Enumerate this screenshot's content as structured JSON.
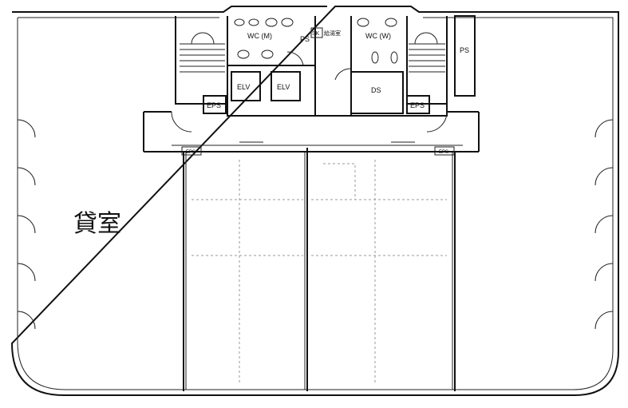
{
  "plan": {
    "rental_room": "貸室",
    "rooms": {
      "wc_men": "WC (M)",
      "wc_women": "WC (W)",
      "elevator_1": "ELV",
      "elevator_2": "ELV",
      "ds": "DS",
      "eps_left": "EPS",
      "eps_right": "EPS",
      "eps_small_left": "EPS",
      "eps_small_right": "EPS",
      "ps_center": "PS",
      "ps_right": "PS",
      "sk": "SK",
      "kitchenette": "給湯室"
    }
  }
}
